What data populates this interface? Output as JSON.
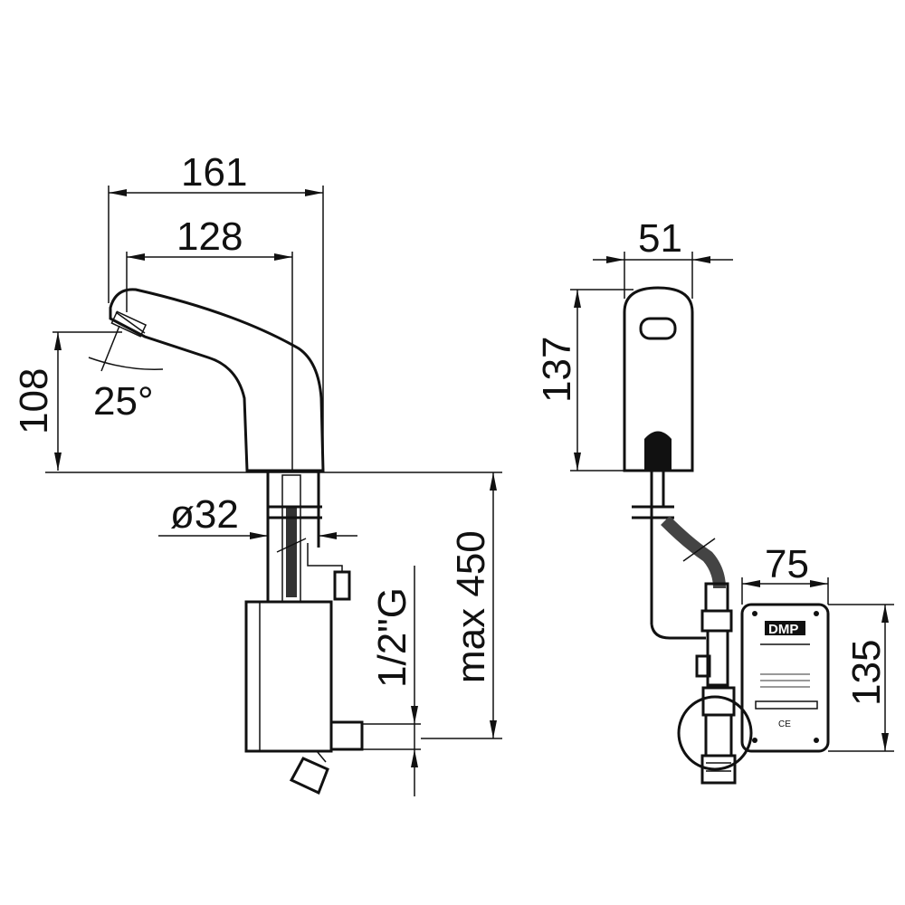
{
  "drawing": {
    "front_view": {
      "dim_overall_width": "161",
      "dim_spout_reach": "128",
      "dim_height": "108",
      "dim_angle": "25°",
      "dim_diameter": "ø32",
      "dim_thread": "1/2\"G",
      "dim_max_length": "max 450"
    },
    "side_view": {
      "dim_width": "51",
      "dim_height": "137",
      "dim_box_width": "75",
      "dim_box_height": "135",
      "label_brand": "DMP",
      "label_mark": "CE"
    },
    "colors": {
      "line": "#111111",
      "background": "#ffffff"
    }
  }
}
